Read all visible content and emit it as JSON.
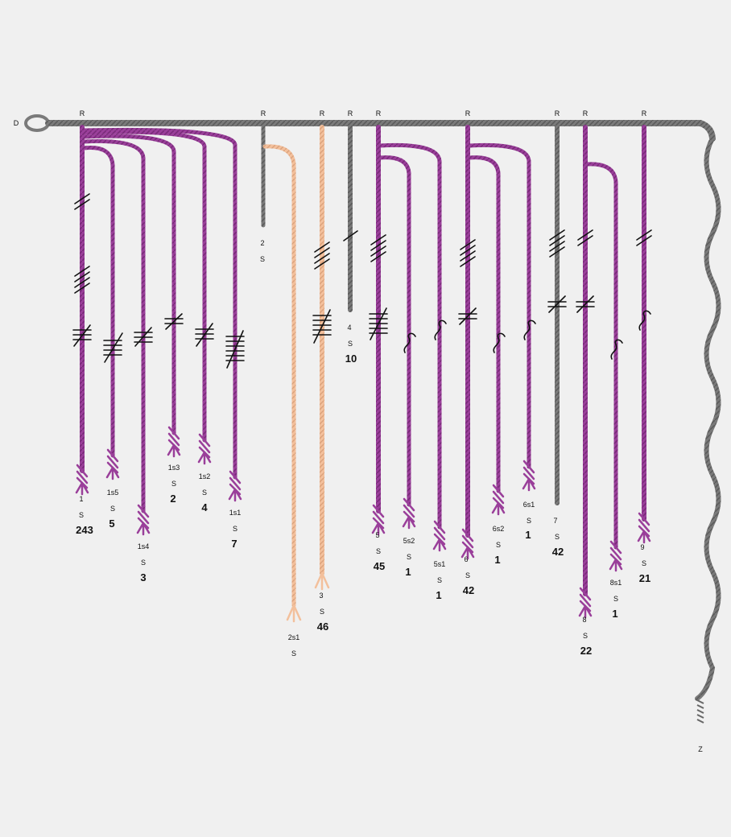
{
  "colors": {
    "background": "#f0f0f0",
    "primary_cord": "#777777",
    "cord_purple": "#9a3f9a",
    "cord_peach": "#f3c09c",
    "cord_gray": "#777777",
    "knot_mark": "#111111"
  },
  "primary_cord": {
    "start_label": "D",
    "end_label": "Z"
  },
  "pendants": [
    {
      "label": "1",
      "sub": "S",
      "value": "243",
      "color": "purple",
      "attach": "R"
    },
    {
      "label": "1s5",
      "sub": "S",
      "value": "5",
      "color": "purple"
    },
    {
      "label": "1s4",
      "sub": "S",
      "value": "3",
      "color": "purple"
    },
    {
      "label": "1s3",
      "sub": "S",
      "value": "2",
      "color": "purple"
    },
    {
      "label": "1s2",
      "sub": "S",
      "value": "4",
      "color": "purple"
    },
    {
      "label": "1s1",
      "sub": "S",
      "value": "7",
      "color": "purple"
    },
    {
      "label": "2",
      "sub": "S",
      "value": "",
      "color": "gray",
      "attach": "R"
    },
    {
      "label": "2s1",
      "sub": "S",
      "value": "",
      "color": "peach"
    },
    {
      "label": "3",
      "sub": "S",
      "value": "46",
      "color": "peach",
      "attach": "R"
    },
    {
      "label": "4",
      "sub": "S",
      "value": "10",
      "color": "gray",
      "attach": "R"
    },
    {
      "label": "5",
      "sub": "S",
      "value": "45",
      "color": "purple",
      "attach": "R"
    },
    {
      "label": "5s2",
      "sub": "S",
      "value": "1",
      "color": "purple"
    },
    {
      "label": "5s1",
      "sub": "S",
      "value": "1",
      "color": "purple"
    },
    {
      "label": "6",
      "sub": "S",
      "value": "42",
      "color": "purple",
      "attach": "R"
    },
    {
      "label": "6s2",
      "sub": "S",
      "value": "1",
      "color": "purple"
    },
    {
      "label": "6s1",
      "sub": "S",
      "value": "1",
      "color": "purple"
    },
    {
      "label": "7",
      "sub": "S",
      "value": "42",
      "color": "gray",
      "attach": "R"
    },
    {
      "label": "8",
      "sub": "S",
      "value": "22",
      "color": "purple",
      "attach": "R"
    },
    {
      "label": "8s1",
      "sub": "S",
      "value": "1",
      "color": "purple"
    },
    {
      "label": "9",
      "sub": "S",
      "value": "21",
      "color": "purple",
      "attach": "R"
    }
  ]
}
